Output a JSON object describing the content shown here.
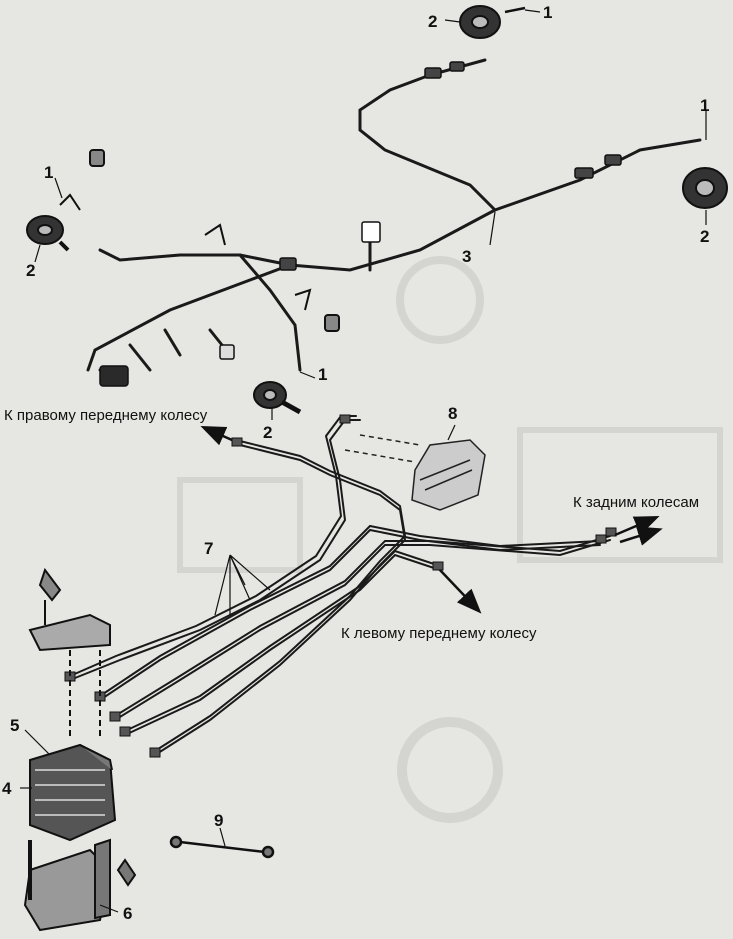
{
  "callouts": {
    "c1": "1",
    "c2": "2",
    "c3": "3",
    "c4": "4",
    "c5": "5",
    "c6": "6",
    "c7": "7",
    "c8": "8",
    "c9": "9"
  },
  "captions": {
    "right_front": "К правому переднему колесу",
    "rear": "К задним колесам",
    "left_front": "К левому переднему колесу"
  }
}
